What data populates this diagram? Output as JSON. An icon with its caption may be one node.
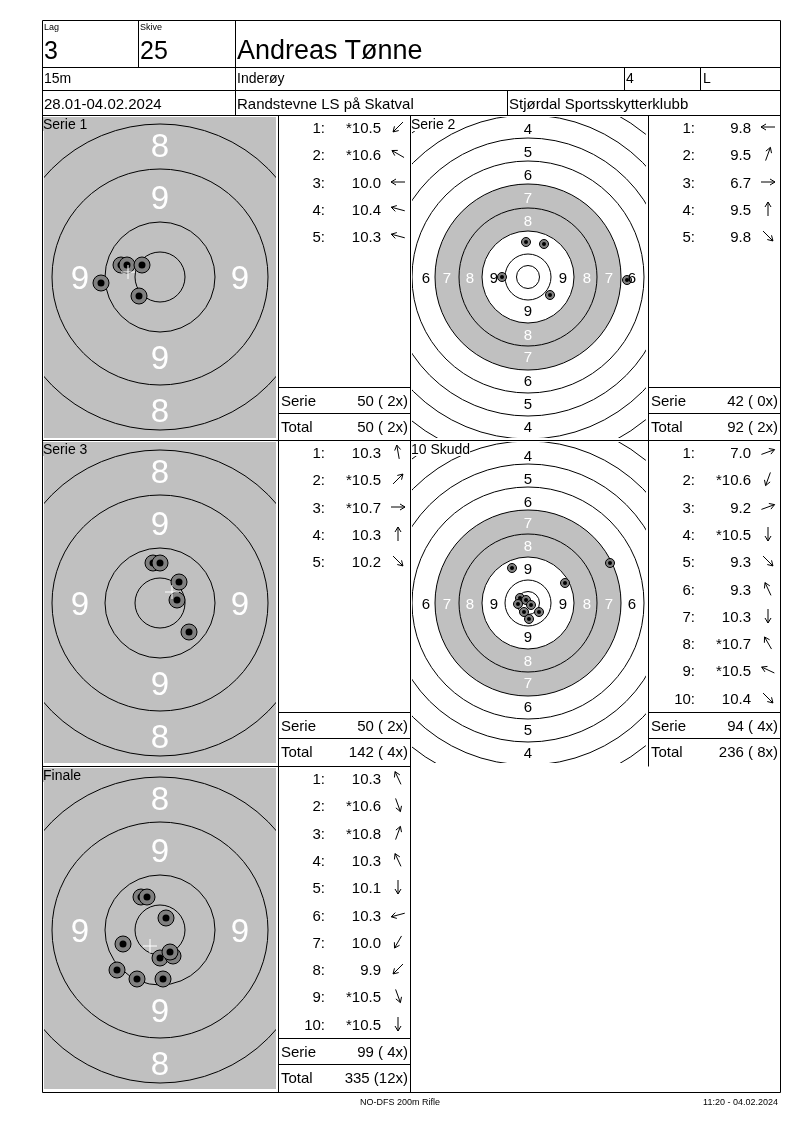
{
  "diagram": {
    "labels": [
      "Lag",
      "3",
      "Skive",
      "25",
      "Andreas Tønne",
      "15m",
      "Inderøy",
      "4",
      "L",
      "28.01-04.02.2024",
      "Randstevne LS på Skatval",
      "Stjørdal Sportsskytterklubb",
      "Serie 1",
      "8",
      "9",
      "9",
      "9",
      "9",
      "8",
      "1:",
      "*10.5",
      "2:",
      "*10.6",
      "3:",
      "10.0",
      "4:",
      "10.4",
      "5:",
      "10.3",
      "Serie",
      "50 ( 2x)",
      "Total",
      "50 ( 2x)",
      "Serie 2",
      "4",
      "5",
      "6",
      "7",
      "8",
      "6",
      "7",
      "8",
      "9",
      "9",
      "8",
      "7",
      "6",
      "9",
      "8",
      "7",
      "6",
      "5",
      "4",
      "1:",
      "9.8",
      "2:",
      "9.5",
      "3:",
      "6.7",
      "4:",
      "9.5",
      "5:",
      "9.8",
      "Serie",
      "42 ( 0x)",
      "Total",
      "92 ( 2x)",
      "Serie 3",
      "8",
      "9",
      "9",
      "9",
      "9",
      "8",
      "1:",
      "10.3",
      "2:",
      "*10.5",
      "3:",
      "*10.7",
      "4:",
      "10.3",
      "5:",
      "10.2",
      "Serie",
      "50 ( 2x)",
      "Total",
      "142 ( 4x)",
      "10 Skudd",
      "4",
      "5",
      "6",
      "7",
      "8",
      "9",
      "6",
      "7",
      "8",
      "9",
      "9",
      "8",
      "7",
      "6",
      "9",
      "8",
      "7",
      "6",
      "5",
      "4",
      "1:",
      "7.0",
      "2:",
      "*10.6",
      "3:",
      "9.2",
      "4:",
      "*10.5",
      "5:",
      "9.3",
      "6:",
      "9.3",
      "7:",
      "10.3",
      "8:",
      "*10.7",
      "9:",
      "*10.5",
      "10:",
      "10.4",
      "Serie",
      "94 ( 4x)",
      "Total",
      "236 ( 8x)",
      "Finale",
      "8",
      "9",
      "9",
      "9",
      "9",
      "8",
      "1:",
      "10.3",
      "2:",
      "*10.6",
      "3:",
      "*10.8",
      "4:",
      "10.3",
      "5:",
      "10.1",
      "6:",
      "10.3",
      "7:",
      "10.0",
      "8:",
      "9.9",
      "9:",
      "*10.5",
      "10:",
      "*10.5",
      "Serie",
      "99 ( 4x)",
      "Total",
      "335 (12x)",
      "NO-DFS 200m Rifle",
      "11:20 - 04.02.2024"
    ]
  }
}
